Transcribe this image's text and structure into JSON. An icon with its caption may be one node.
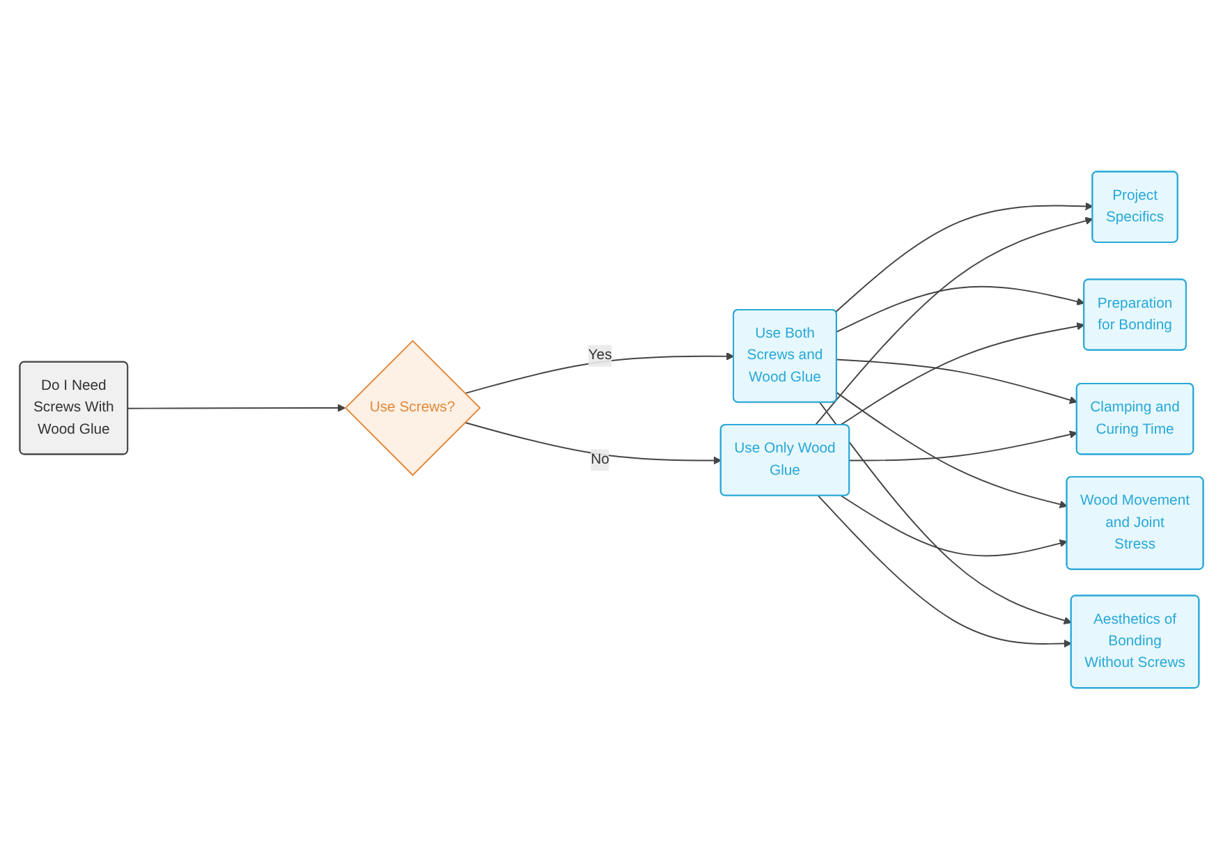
{
  "diagram": {
    "nodes": [
      {
        "text": [
          "Do I Need Screws With Wood Glue"
        ]
      },
      {
        "text": [
          "Use Screws?"
        ]
      },
      {
        "text": [
          "Use Both Screws and Wood Glue"
        ]
      },
      {
        "text": [
          "Use Only Wood Glue"
        ]
      },
      {
        "text": [
          "Project Specifics"
        ]
      },
      {
        "text": [
          "Preparation for Bonding"
        ]
      },
      {
        "text": [
          "Clamping and Curing Time"
        ]
      },
      {
        "text": [
          "Wood Movement and Joint Stress"
        ]
      },
      {
        "text": [
          "Aesthetics of Bonding Without Screws"
        ]
      }
    ],
    "edges": [
      {
        "from": 0,
        "to": 1,
        "arrow": "to"
      },
      {
        "from": 1,
        "to": 2,
        "arrow": "to",
        "label": "Yes"
      },
      {
        "from": 1,
        "to": 3,
        "arrow": "to",
        "label": "No"
      },
      {
        "from": 2,
        "to": 4,
        "arrow": "to"
      },
      {
        "from": 2,
        "to": 5,
        "arrow": "to"
      },
      {
        "from": 2,
        "to": 6,
        "arrow": "to"
      },
      {
        "from": 2,
        "to": 7,
        "arrow": "to"
      },
      {
        "from": 2,
        "to": 8,
        "arrow": "to"
      },
      {
        "from": 3,
        "to": 4,
        "arrow": "to"
      },
      {
        "from": 3,
        "to": 5,
        "arrow": "to"
      },
      {
        "from": 3,
        "to": 6,
        "arrow": "to"
      },
      {
        "from": 3,
        "to": 7,
        "arrow": "to"
      },
      {
        "from": 3,
        "to": 8,
        "arrow": "to"
      }
    ]
  }
}
